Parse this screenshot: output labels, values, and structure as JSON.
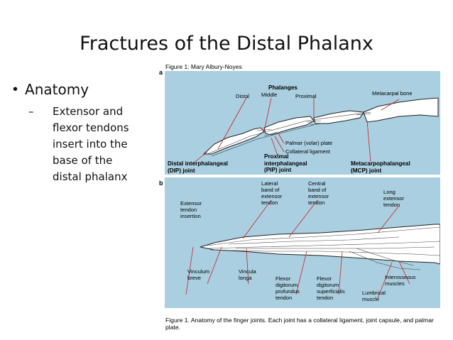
{
  "slide": {
    "title": "Fractures of the Distal Phalanx",
    "bullet": "Anatomy",
    "sub_dash": "–",
    "sub_lines": [
      "Extensor and",
      "flexor tendons",
      "insert into the",
      "base of the",
      "distal phalanx"
    ]
  },
  "figure": {
    "credit": "Figure 1: Mary Albury-Noyes",
    "panel_a_letter": "a",
    "panel_b_letter": "b",
    "panel_a": {
      "phalanges": "Phalanges",
      "distal": "Distal",
      "middle": "Middle",
      "proximal": "Proximal",
      "metacarpal": "Metacarpal bone",
      "palmar_plate": "Palmar (volar) plate",
      "collateral": "Collateral ligament",
      "dip": "Distal interphalangeal\n(DIP) joint",
      "pip": "Proximal\ninterphalangeal\n(PIP) joint",
      "mcp": "Metacarpophalangeal\n(MCP) joint"
    },
    "panel_b": {
      "lateral_band": "Lateral\nband of\nextensor\ntendon",
      "central_band": "Central\nband of\nextensor\ntendon",
      "long_extensor": "Long\nextensor\ntendon",
      "extensor_insertion": "Extensor\ntendon\ninsertion",
      "vinculum_breve": "Vinculum\nbreve",
      "vincula_longa": "Vincula\nlonga",
      "fdp": "Flexor\ndigitorum\nprofundus\ntendon",
      "fds": "Flexor\ndigitorum\nsuperficialis\ntendon",
      "lumbrical": "Lumbrical\nmuscle",
      "interosseous": "Interosseous\nmuscles"
    },
    "caption": "Figure 1. Anatomy of the finger joints. Each joint has a collateral ligament, joint capsule, and palmar plate."
  }
}
